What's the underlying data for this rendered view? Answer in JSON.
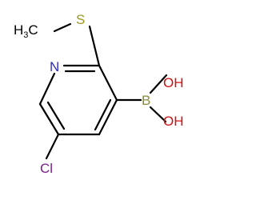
{
  "molecule": {
    "atoms": {
      "methyl": {
        "main": "H",
        "sub": "3",
        "tail": "C",
        "color": "#000000"
      },
      "sulfur": {
        "label": "S",
        "color": "#9a9a1e"
      },
      "nitrogen": {
        "label": "N",
        "color": "#2f2fb5"
      },
      "boron": {
        "label": "B",
        "color": "#8b8b3a"
      },
      "hydroxyl_1": {
        "label": "OH",
        "color": "#cc1111"
      },
      "hydroxyl_2": {
        "label": "OH",
        "color": "#cc1111"
      },
      "chlorine": {
        "label": "Cl",
        "color": "#7a1f8f"
      }
    },
    "bond_color": "#000000"
  }
}
